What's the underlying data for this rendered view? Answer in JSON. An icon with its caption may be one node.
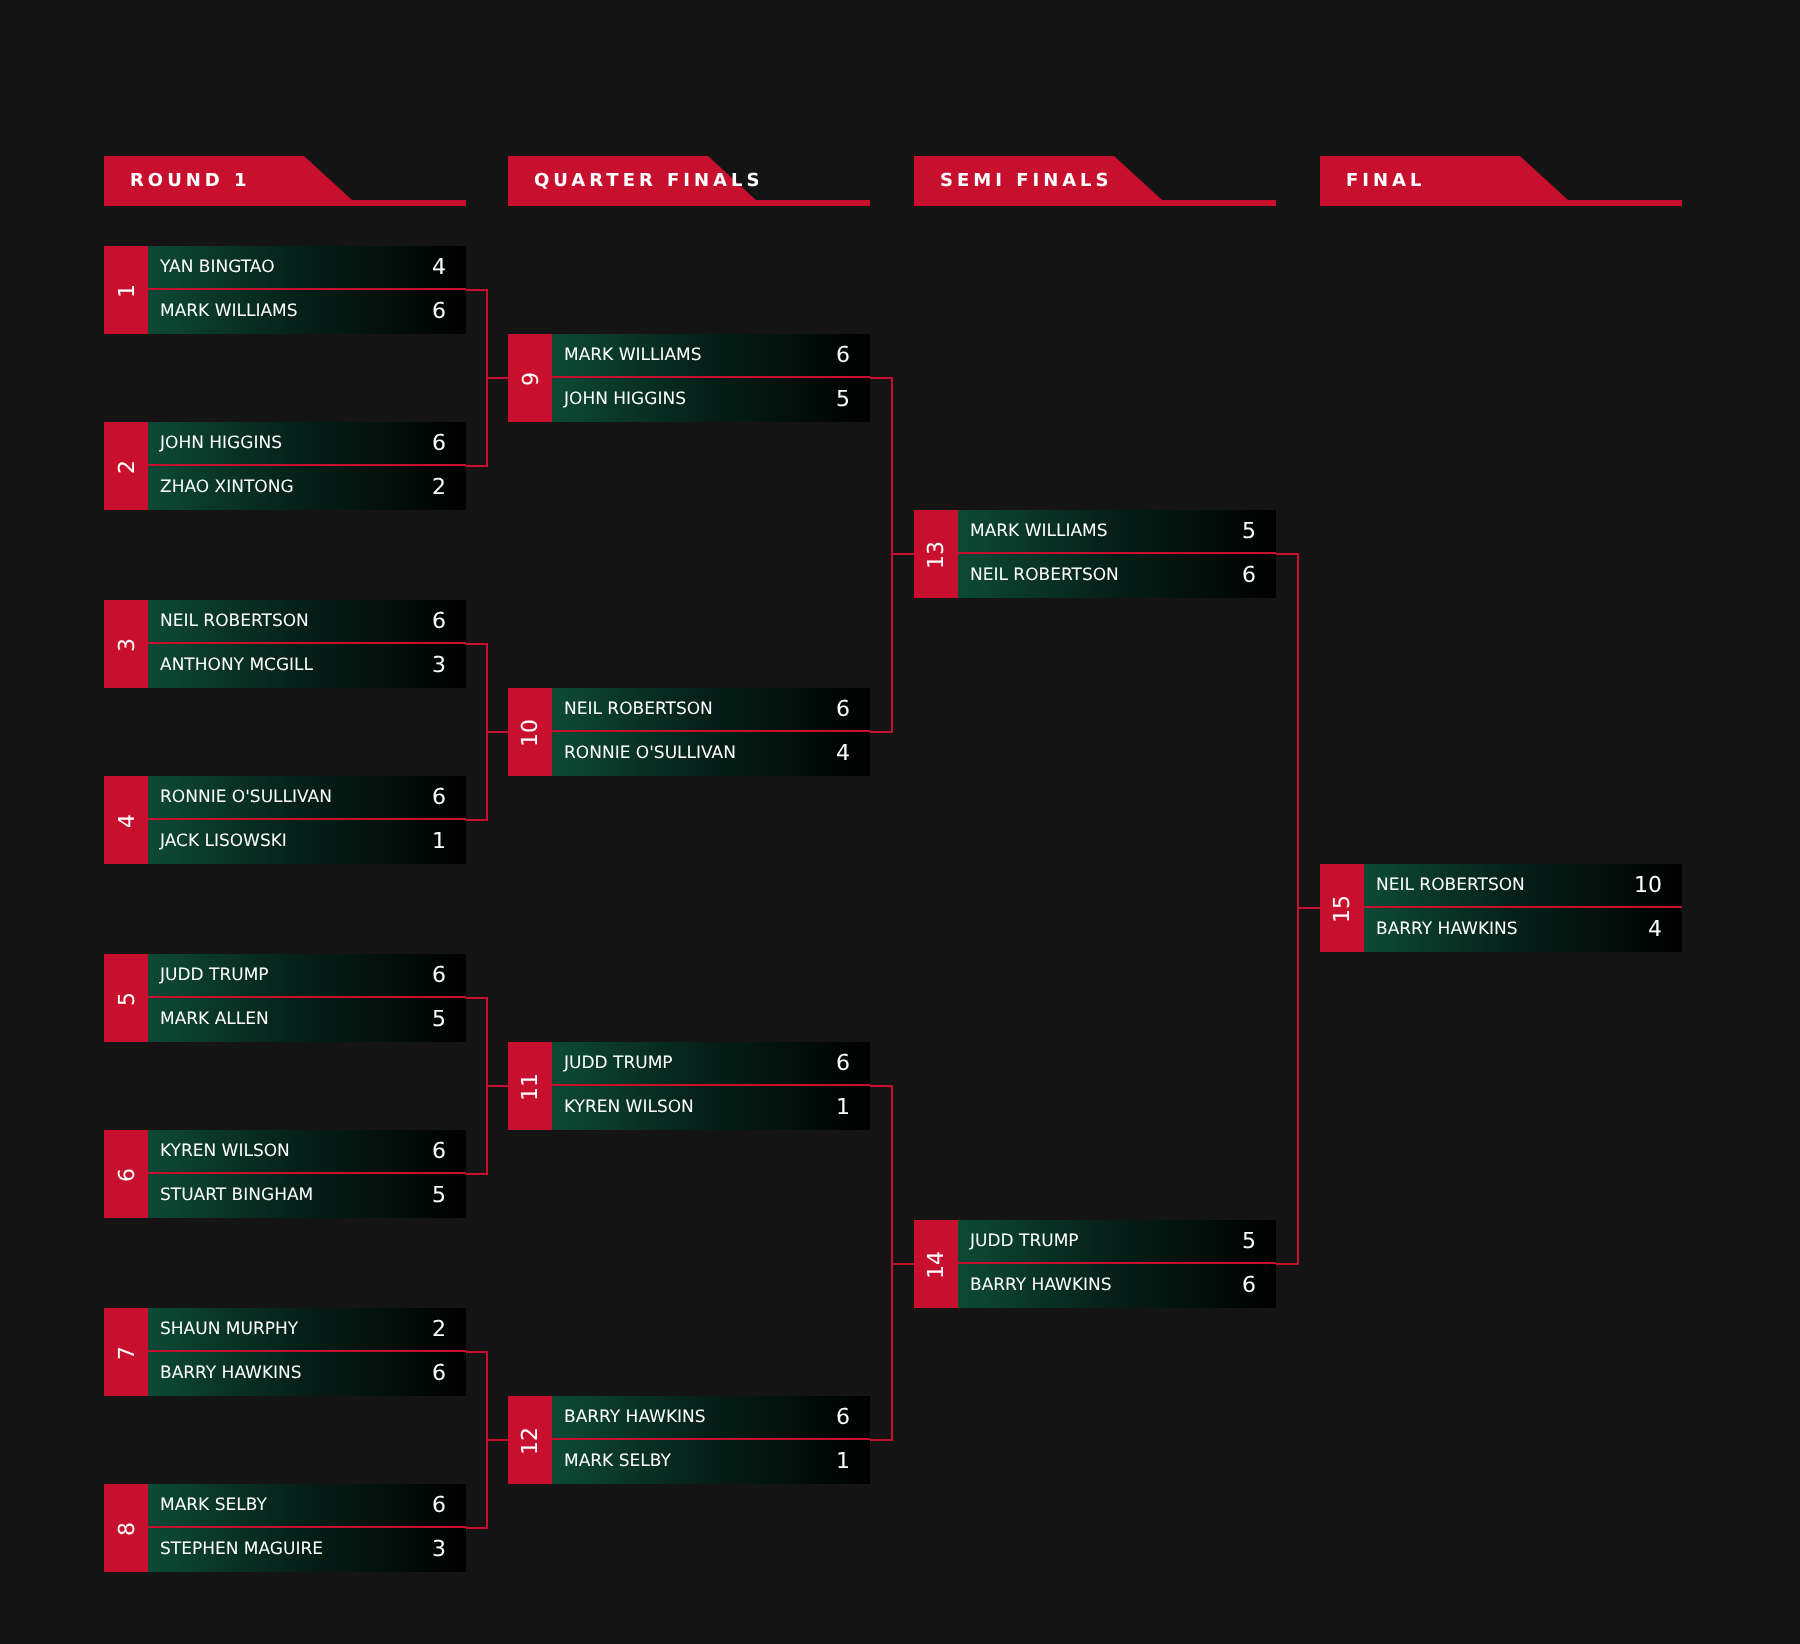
{
  "diagram": {
    "nodes": [
      {
        "text": [
          "ROUND 1"
        ]
      },
      {
        "text": [
          "QUARTER FINALS"
        ]
      },
      {
        "text": [
          "SEMI FINALS"
        ]
      },
      {
        "text": [
          "FINAL"
        ]
      },
      {
        "text": [
          "1"
        ]
      },
      {
        "text": [
          "YAN BINGTAO",
          "4"
        ],
        "in": 4
      },
      {
        "text": [
          "MARK WILLIAMS",
          "6"
        ],
        "in": 4
      },
      {
        "text": [
          "2"
        ]
      },
      {
        "text": [
          "JOHN HIGGINS",
          "6"
        ],
        "in": 7
      },
      {
        "text": [
          "ZHAO XINTONG",
          "2"
        ],
        "in": 7
      },
      {
        "text": [
          "3"
        ]
      },
      {
        "text": [
          "NEIL ROBERTSON",
          "6"
        ],
        "in": 10
      },
      {
        "text": [
          "ANTHONY MCGILL",
          "3"
        ],
        "in": 10
      },
      {
        "text": [
          "4"
        ]
      },
      {
        "text": [
          "RONNIE O'SULLIVAN",
          "6"
        ],
        "in": 13
      },
      {
        "text": [
          "JACK LISOWSKI",
          "1"
        ],
        "in": 13
      },
      {
        "text": [
          "5"
        ]
      },
      {
        "text": [
          "JUDD TRUMP",
          "6"
        ],
        "in": 16
      },
      {
        "text": [
          "MARK ALLEN",
          "5"
        ],
        "in": 16
      },
      {
        "text": [
          "6"
        ]
      },
      {
        "text": [
          "KYREN WILSON",
          "6"
        ],
        "in": 19
      },
      {
        "text": [
          "STUART BINGHAM",
          "5"
        ],
        "in": 19
      },
      {
        "text": [
          "7"
        ]
      },
      {
        "text": [
          "SHAUN MURPHY",
          "2"
        ],
        "in": 22
      },
      {
        "text": [
          "BARRY HAWKINS",
          "6"
        ],
        "in": 22
      },
      {
        "text": [
          "8"
        ]
      },
      {
        "text": [
          "MARK SELBY",
          "6"
        ],
        "in": 25
      },
      {
        "text": [
          "STEPHEN MAGUIRE",
          "3"
        ],
        "in": 25
      },
      {
        "text": [
          "9"
        ]
      },
      {
        "text": [
          "MARK WILLIAMS",
          "6"
        ],
        "in": 28
      },
      {
        "text": [
          "JOHN HIGGINS",
          "5"
        ],
        "in": 28
      },
      {
        "text": [
          "10"
        ]
      },
      {
        "text": [
          "NEIL ROBERTSON",
          "6"
        ],
        "in": 31
      },
      {
        "text": [
          "RONNIE O'SULLIVAN",
          "4"
        ],
        "in": 31
      },
      {
        "text": [
          "11"
        ]
      },
      {
        "text": [
          "JUDD TRUMP",
          "6"
        ],
        "in": 34
      },
      {
        "text": [
          "KYREN WILSON",
          "1"
        ],
        "in": 34
      },
      {
        "text": [
          "12"
        ]
      },
      {
        "text": [
          "BARRY HAWKINS",
          "6"
        ],
        "in": 37
      },
      {
        "text": [
          "MARK SELBY",
          "1"
        ],
        "in": 37
      },
      {
        "text": [
          "13"
        ]
      },
      {
        "text": [
          "MARK WILLIAMS",
          "5"
        ],
        "in": 40
      },
      {
        "text": [
          "NEIL ROBERTSON",
          "6"
        ],
        "in": 40
      },
      {
        "text": [
          "14"
        ]
      },
      {
        "text": [
          "JUDD TRUMP",
          "5"
        ],
        "in": 43
      },
      {
        "text": [
          "BARRY HAWKINS",
          "6"
        ],
        "in": 43
      },
      {
        "text": [
          "15"
        ]
      },
      {
        "text": [
          "NEIL ROBERTSON",
          "10"
        ],
        "in": 46
      },
      {
        "text": [
          "BARRY HAWKINS",
          "4"
        ],
        "in": 46
      }
    ],
    "edges": [
      {
        "from": 4,
        "to": 28,
        "arrow": "none"
      },
      {
        "from": 7,
        "to": 28,
        "arrow": "none"
      },
      {
        "from": 10,
        "to": 31,
        "arrow": "none"
      },
      {
        "from": 13,
        "to": 31,
        "arrow": "none"
      },
      {
        "from": 16,
        "to": 34,
        "arrow": "none"
      },
      {
        "from": 19,
        "to": 34,
        "arrow": "none"
      },
      {
        "from": 22,
        "to": 37,
        "arrow": "none"
      },
      {
        "from": 25,
        "to": 37,
        "arrow": "none"
      },
      {
        "from": 28,
        "to": 40,
        "arrow": "none"
      },
      {
        "from": 31,
        "to": 40,
        "arrow": "none"
      },
      {
        "from": 34,
        "to": 43,
        "arrow": "none"
      },
      {
        "from": 37,
        "to": 43,
        "arrow": "none"
      },
      {
        "from": 40,
        "to": 46,
        "arrow": "none"
      },
      {
        "from": 43,
        "to": 46,
        "arrow": "none"
      }
    ]
  }
}
